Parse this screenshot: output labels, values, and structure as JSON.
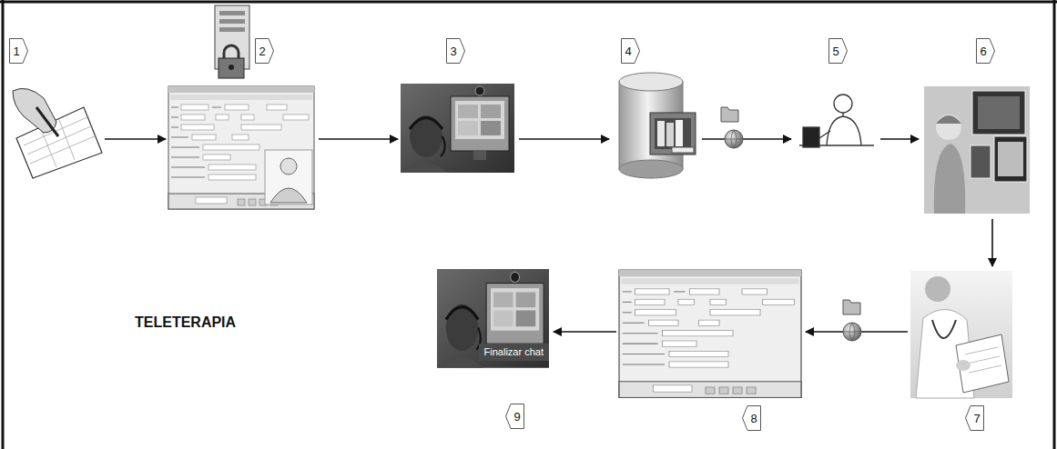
{
  "diagram": {
    "title": "TELETERAPIA",
    "nodes": [
      {
        "text": [
          "1"
        ]
      },
      {
        "text": [
          "2"
        ]
      },
      {
        "text": [
          "3"
        ]
      },
      {
        "text": [
          "4"
        ]
      },
      {
        "text": [
          "5"
        ]
      },
      {
        "text": [
          "6"
        ]
      },
      {
        "text": [
          "7"
        ]
      },
      {
        "text": [
          "8"
        ]
      },
      {
        "text": [
          "9",
          "Finalizar chat"
        ]
      }
    ],
    "edges": [
      {
        "from": 0,
        "to": 1,
        "arrow": "to"
      },
      {
        "from": 1,
        "to": 2,
        "arrow": "to"
      },
      {
        "from": 2,
        "to": 3,
        "arrow": "to"
      },
      {
        "from": 3,
        "to": 4,
        "arrow": "to"
      },
      {
        "from": 4,
        "to": 5,
        "arrow": "to"
      },
      {
        "from": 5,
        "to": 6,
        "arrow": "to"
      },
      {
        "from": 6,
        "to": 7,
        "arrow": "to"
      },
      {
        "from": 7,
        "to": 8,
        "arrow": "to"
      }
    ]
  }
}
